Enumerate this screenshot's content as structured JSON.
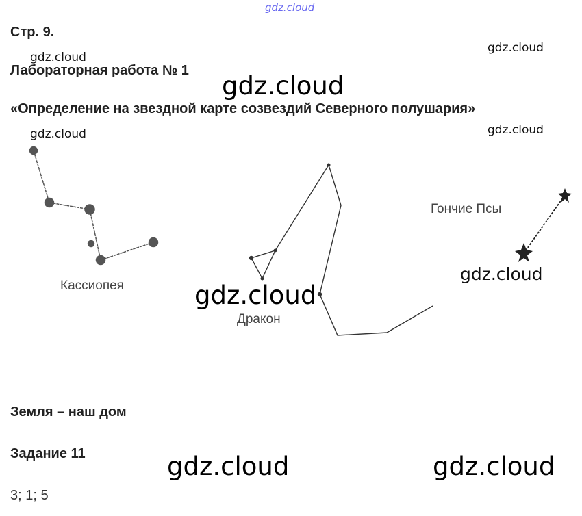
{
  "watermarks": {
    "top": "gdz.cloud",
    "small": "gdz.cloud",
    "big": "gdz.cloud"
  },
  "page": {
    "page_number": "Стр. 9.",
    "lab_title": "Лабораторная работа № 1",
    "lab_subtitle": "«Определение на звездной карте созвездий Северного полушария»"
  },
  "constellations": {
    "cassiopeia": "Кассиопея",
    "draco": "Дракон",
    "canes_venatici": "Гончие Псы"
  },
  "section": {
    "title": "Земля – наш дом"
  },
  "task": {
    "title": "Задание 11",
    "answer": "3; 1; 5"
  },
  "colors": {
    "watermark_top": "#6a6af0",
    "text": "#1a1a1a",
    "label": "#444444",
    "star": "#555555"
  }
}
